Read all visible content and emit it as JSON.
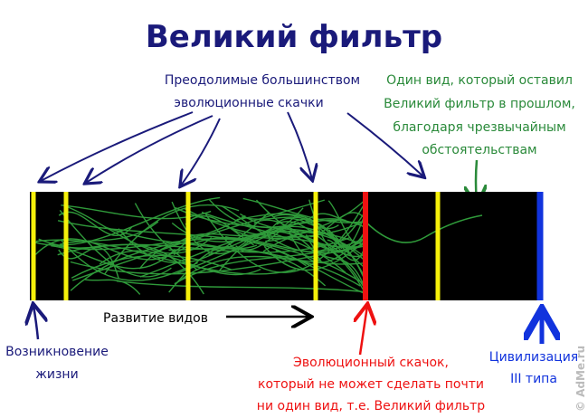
{
  "title": "Великий фильтр",
  "labels": {
    "surmountable": [
      "Преодолимые большинством",
      "эволюционные скачки"
    ],
    "one_species": [
      "Один вид, который оставил",
      "Великий фильтр в прошлом,",
      "благодаря чрезвычайным",
      "обстоятельствам"
    ],
    "development": "Развитие видов",
    "origin": [
      "Возникновение",
      "жизни"
    ],
    "great_filter": [
      "Эволюционный скачок,",
      "который не может сделать почти",
      "ни один вид, т.е. Великий фильтр"
    ],
    "civilization": [
      "Цивилизация",
      "III типа"
    ]
  },
  "watermark": "© AdMe.ru",
  "colors": {
    "title": "#1a1a7a",
    "navy": "#1a1a7a",
    "green_text": "#2a8a3a",
    "red": "#ee1111",
    "blue": "#1133dd",
    "yellow": "#f5f00a",
    "bar": "#000000",
    "strands": "#2f9a3a"
  }
}
